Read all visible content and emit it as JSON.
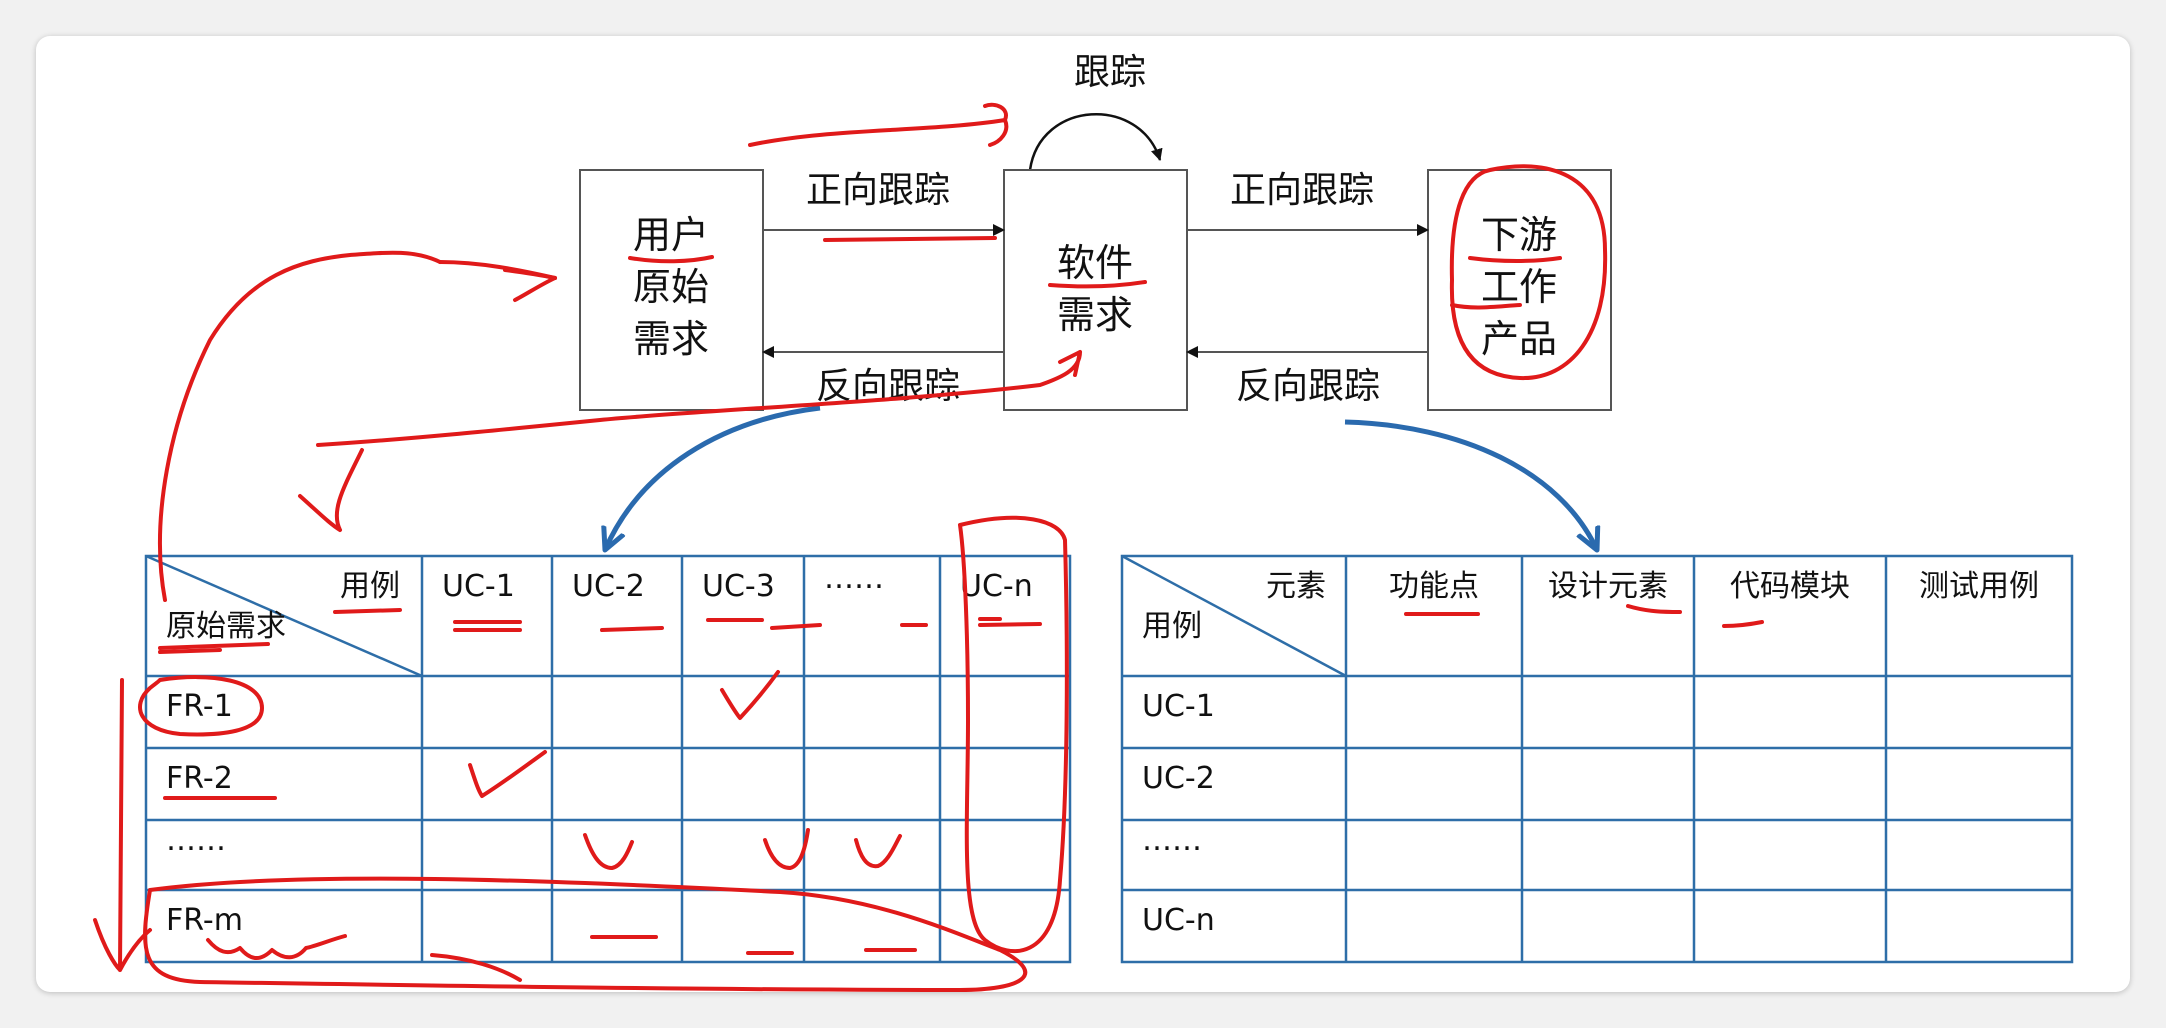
{
  "diagram": {
    "self_loop_label": "跟踪",
    "boxes": {
      "user": [
        "用户",
        "原始",
        "需求"
      ],
      "software": [
        "软件",
        "需求"
      ],
      "downstream": [
        "下游",
        "工作",
        "产品"
      ]
    },
    "arrows": {
      "forward_left": "正向跟踪",
      "backward_left": "反向跟踪",
      "forward_right": "正向跟踪",
      "backward_right": "反向跟踪"
    }
  },
  "left_table": {
    "corner_top": "用例",
    "corner_bottom": "原始需求",
    "columns": [
      "UC-1",
      "UC-2",
      "UC-3",
      "……",
      "UC-n"
    ],
    "rows": [
      "FR-1",
      "FR-2",
      "……",
      "FR-m"
    ]
  },
  "right_table": {
    "corner_top": "元素",
    "corner_bottom": "用例",
    "columns": [
      "功能点",
      "设计元素",
      "代码模块",
      "测试用例"
    ],
    "rows": [
      "UC-1",
      "UC-2",
      "……",
      "UC-n"
    ]
  },
  "colors": {
    "table_line": "#2e6ea8",
    "blue_arrow": "#2a6aae",
    "annotation_red": "#e01a1a",
    "diagram_line": "#555555"
  }
}
